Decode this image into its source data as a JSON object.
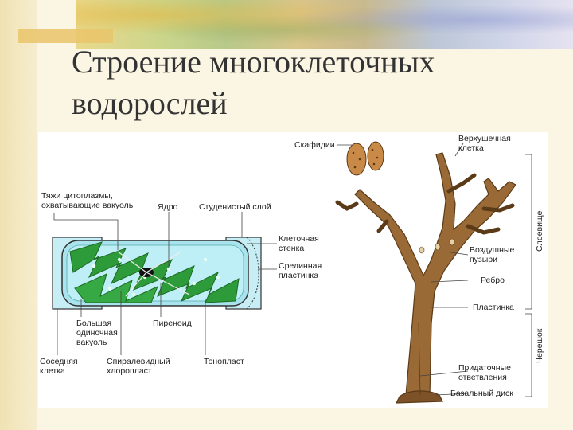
{
  "slide": {
    "title": "Строение многоклеточных водорослей"
  },
  "diagram": {
    "labels": {
      "cytoplasm_strands": "Тяжи цитоплазмы,\nохватывающие вакуоль",
      "nucleus": "Ядро",
      "gelatinous_layer": "Студенистый слой",
      "cell_wall": "Клеточная\nстенка",
      "middle_lamella": "Срединная\nпластинка",
      "large_vacuole": "Большая\nодиночная\nвакуоль",
      "pyrenoid": "Пиреноид",
      "neighbor_cell": "Соседняя\nклетка",
      "spiral_chloroplast": "Спиралевидный\nхлоропласт",
      "tonoplast": "Тонопласт",
      "scaphidia": "Скафидии",
      "apical_cell": "Верхушечная\nклетка",
      "air_bladders": "Воздушные\nпузыри",
      "rib": "Ребро",
      "plate": "Пластинка",
      "accessory_branches": "Придаточные\nответвления",
      "basal_disc": "Базальный диск",
      "thallus": "Слоевище",
      "stalk": "Черешок"
    },
    "colors": {
      "chloroplast": "#2e9b3a",
      "cell_fill": "#a9e3ee",
      "alga_brown": "#9a6a36",
      "alga_outline": "#5b3a17"
    }
  }
}
